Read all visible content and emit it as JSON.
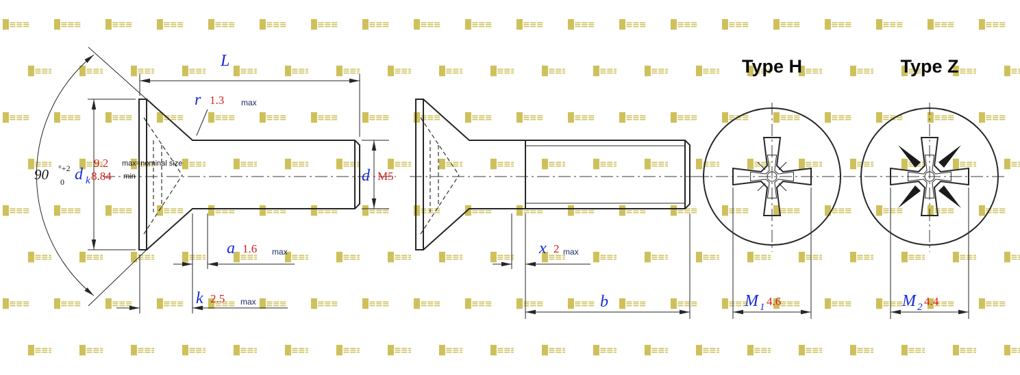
{
  "watermark": {
    "glyph": "▉≡≡≡"
  },
  "colors": {
    "label": "#1529d8",
    "value": "#d42020",
    "note": "#1b2a66",
    "line": "#262626",
    "watermark": "#c2b032"
  },
  "views": {
    "type_h": "Type H",
    "type_z": "Type Z"
  },
  "dims": {
    "L": "L",
    "r": "r",
    "r_val": "1.3",
    "r_note": "max",
    "angle_base": "90",
    "angle_sup": "°+2",
    "angle_sub": "0",
    "dk_base": "d",
    "dk_sub": "k",
    "dk_max_val": "9.2",
    "dk_max_note": "max=nominal size",
    "dk_min_val": "8.84",
    "dk_min_note": "min",
    "a": "a",
    "a_val": "1.6",
    "a_note": "max",
    "k": "k",
    "k_val": "2.5",
    "k_note": "max",
    "d": "d",
    "d_val": "M5",
    "x": "x",
    "x_val": "2",
    "x_note": "max",
    "b": "b",
    "m1_base": "M",
    "m1_sub": "1",
    "m1_val": "4.6",
    "m2_base": "M",
    "m2_sub": "2",
    "m2_val": "4.4"
  }
}
